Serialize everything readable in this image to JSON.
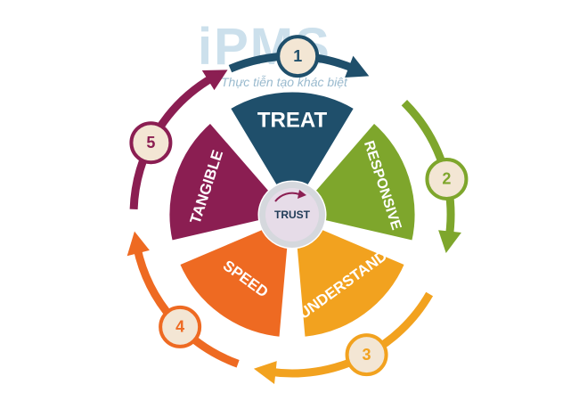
{
  "watermark": {
    "logo": "iPMS",
    "tagline": "Thực tiễn tạo khác biệt"
  },
  "hub": {
    "label": "TRUST"
  },
  "steps": [
    {
      "number": "1",
      "label": "TREAT",
      "color": "#1f4f6b"
    },
    {
      "number": "2",
      "label": "RESPONSIVE",
      "color": "#7ea62c"
    },
    {
      "number": "3",
      "label": "UNDERSTAND",
      "color": "#f2a21f"
    },
    {
      "number": "4",
      "label": "SPEED",
      "color": "#ee6a22"
    },
    {
      "number": "5",
      "label": "TANGIBLE",
      "color": "#8b1e52"
    }
  ]
}
